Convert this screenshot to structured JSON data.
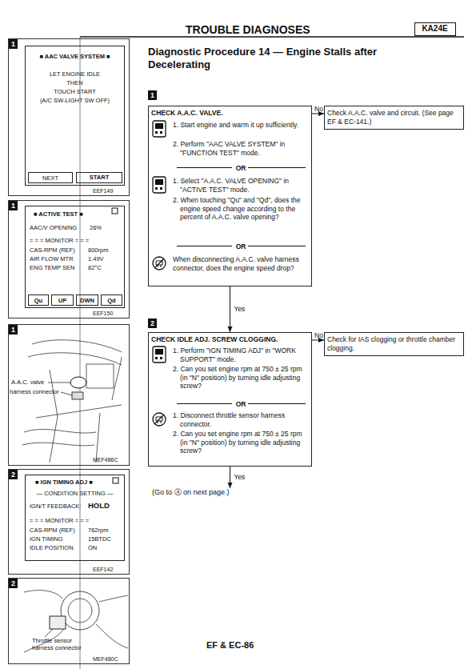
{
  "diagram": {
    "title": "Diagnostic Procedure 14 — Engine Stalls after Decelerating",
    "nodes": [
      {
        "text": [
          "CHECK A.A.C. VALVE.",
          "1. Start engine and warm it up sufficiently.",
          "2. Perform \"AAC VALVE SYSTEM\" in \"FUNCTION TEST\" mode.",
          "OR",
          "1. Select \"A.A.C. VALVE OPENING\" in \"ACTIVE TEST\" mode.",
          "2. When touching \"Qu\" and \"Qd\", does the engine speed change according to the percent of A.A.C. valve opening?",
          "OR",
          "When disconnecting A.A.C. valve harness connector, does the engine speed drop?"
        ]
      },
      {
        "text": [
          "Check A.A.C. valve and circuit. (See page EF & EC-141.)"
        ]
      },
      {
        "text": [
          "CHECK IDLE ADJ. SCREW CLOGGING.",
          "1. Perform \"IGN TIMING ADJ\" in \"WORK SUPPORT\" mode.",
          "2. Can you set engine rpm at 750 ± 25 rpm (in \"N\" position) by turning idle adjusting screw?",
          "OR",
          "1. Disconnect throttle sensor harness connector.",
          "2. Can you set engine rpm at 750 ± 25 rpm (in \"N\" position) by turning idle adjusting screw?"
        ]
      },
      {
        "text": [
          "Check for IAS clogging or throttle chamber clogging."
        ]
      },
      {
        "text": [
          "(Go to Ⓐ on next page.)"
        ]
      },
      {
        "text": [
          "EEF149"
        ]
      },
      {
        "text": [
          "■ AAC VALVE SYSTEM ■",
          "LET ENGINE IDLE",
          "THEN",
          "TOUCH START",
          "(A/C SW-LIGHT SW OFF)"
        ],
        "in": 5
      },
      {
        "text": [
          "NEXT"
        ],
        "in": 6
      },
      {
        "text": [
          "START"
        ],
        "in": 6
      },
      {
        "text": [
          "EEF150"
        ]
      },
      {
        "text": [
          "■ ACTIVE TEST ■",
          "AAC/V OPENING",
          "26%",
          "= = = MONITOR = = =",
          "CAS-RPM (REF)",
          "800rpm",
          "AIR FLOW MTR",
          "1.49V",
          "ENG TEMP SEN",
          "82°C"
        ],
        "in": 9
      },
      {
        "text": [
          "Qu"
        ],
        "in": 10
      },
      {
        "text": [
          "UP"
        ],
        "in": 10
      },
      {
        "text": [
          "DWN"
        ],
        "in": 10
      },
      {
        "text": [
          "Qd"
        ],
        "in": 10
      },
      {
        "text": [
          "MEF486C"
        ]
      },
      {
        "text": [
          "EEF142"
        ]
      },
      {
        "text": [
          "■ IGN TIMING ADJ ■",
          "— CONDITION SETTING —",
          "IGN/T FEEDBACK:",
          "HOLD",
          "= = = MONITOR = = =",
          "CAS-RPM (REF)",
          "762rpm",
          "IGN TIMING",
          "15BTDC",
          "IDLE POSITION",
          "ON"
        ],
        "in": 16
      },
      {
        "text": [
          "MEF480C"
        ]
      },
      {
        "text": [
          "KA24E"
        ]
      }
    ],
    "edges": [
      {
        "from": 0,
        "to": 1,
        "label": "No",
        "arrow": "to"
      },
      {
        "from": 0,
        "to": 2,
        "label": "Yes",
        "arrow": "to"
      },
      {
        "from": 2,
        "to": 3,
        "label": "No",
        "arrow": "to"
      },
      {
        "from": 2,
        "to": 4,
        "label": "Yes",
        "arrow": "to"
      }
    ],
    "labels": [
      "TROUBLE DIAGNOSES",
      "1",
      "2",
      "1",
      "1",
      "1",
      "A.A.C. valve",
      "harness connector",
      "2",
      "2",
      "Throttle sensor harness connector",
      "EF & EC-86"
    ]
  }
}
